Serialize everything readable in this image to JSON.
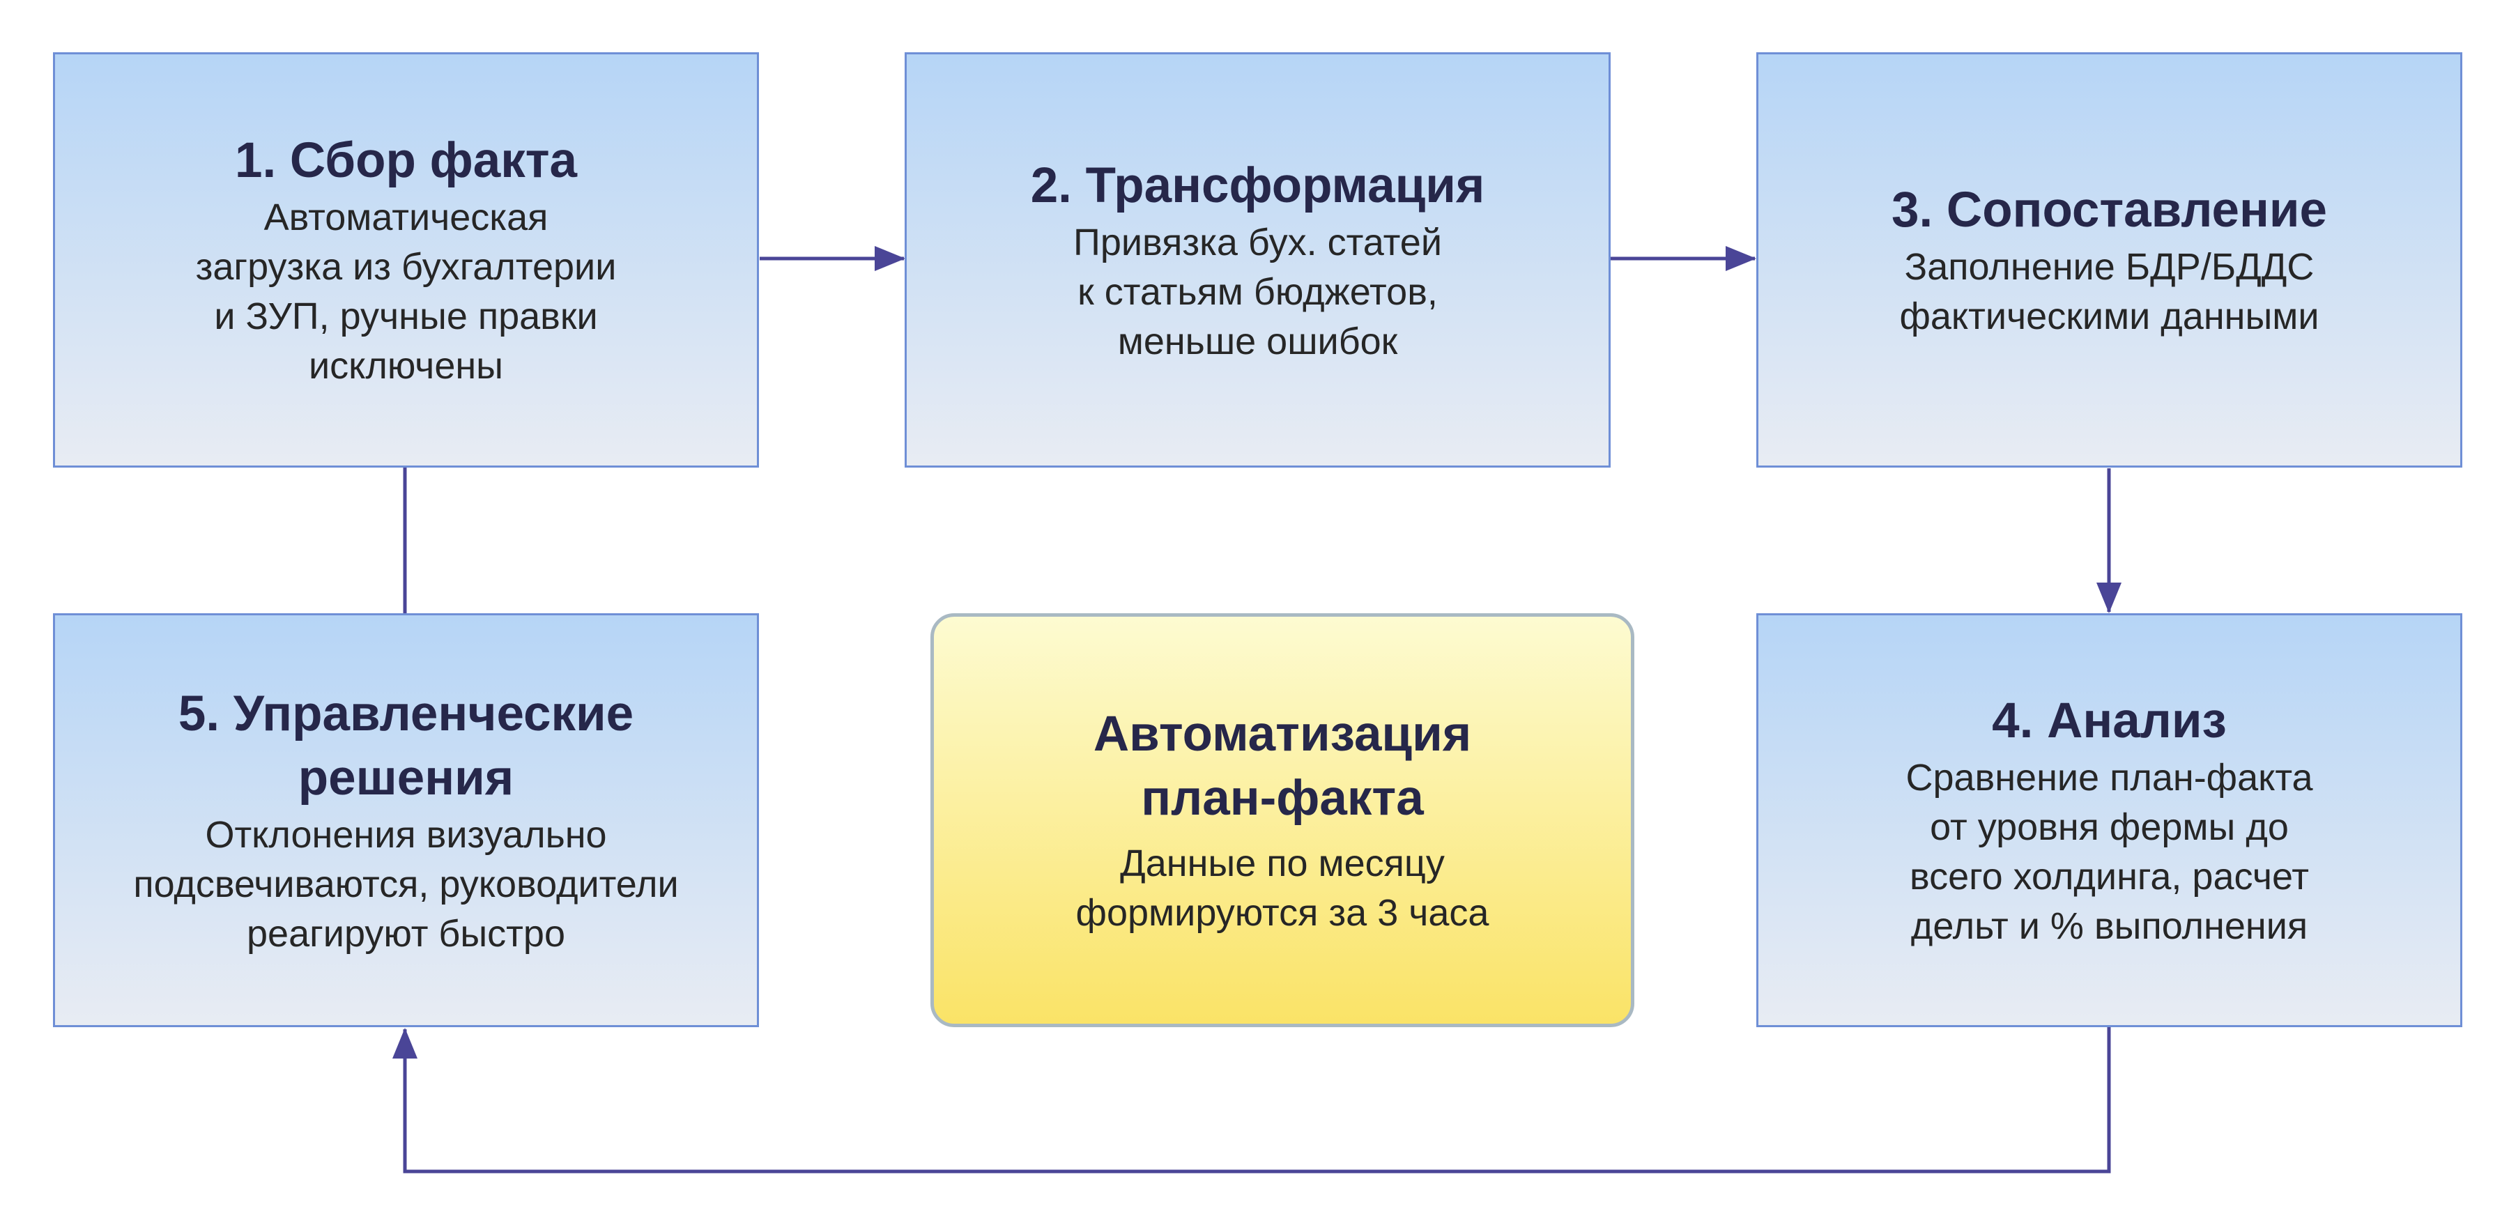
{
  "diagram": {
    "stages": [
      {
        "title": "1. Сбор факта",
        "description": "Автоматическая\nзагрузка из бухгалтерии\nи ЗУП, ручные правки\nисключены"
      },
      {
        "title": "2. Трансформация",
        "description": "Привязка бух. статей\nк статьям бюджетов,\nменьше ошибок"
      },
      {
        "title": "3. Сопоставление",
        "description": "Заполнение БДР/БДДС\nфактическими данными"
      },
      {
        "title": "4. Анализ",
        "description": "Сравнение план-факта\nот уровня фермы до\nвсего холдинга, расчет\nдельт и % выполнения"
      },
      {
        "title": "5. Управленческие\nрешения",
        "description": "Отклонения визуально\nподсвечиваются, руководители\nреагируют быстро"
      }
    ],
    "center": {
      "title": "Автоматизация\nплан-факта",
      "description": "Данные по месяцу\nформируются за 3 часа"
    },
    "colors": {
      "stage_gradient_top": "#b6d5f6",
      "stage_gradient_bottom": "#e8ecf3",
      "stage_border": "#6f8fd6",
      "center_gradient_top": "#fdfbd1",
      "center_gradient_bottom": "#fae367",
      "center_border": "#a9b9c3",
      "title_text": "#26274a",
      "connector": "#4a4597"
    }
  }
}
